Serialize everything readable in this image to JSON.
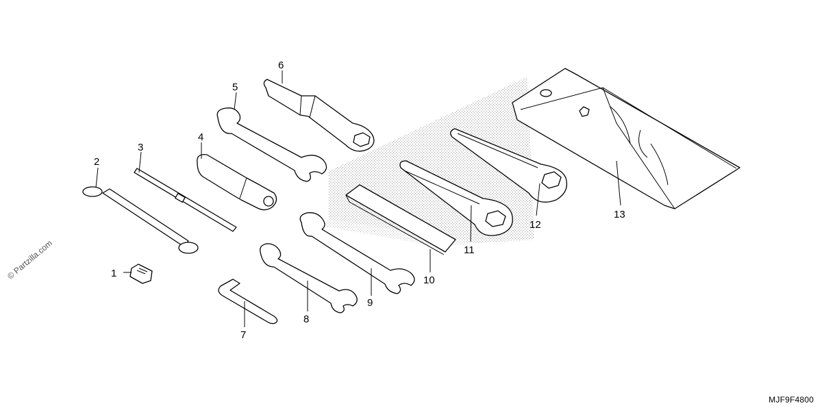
{
  "callouts": [
    {
      "id": "1",
      "label": "1"
    },
    {
      "id": "2",
      "label": "2"
    },
    {
      "id": "3",
      "label": "3"
    },
    {
      "id": "4",
      "label": "4"
    },
    {
      "id": "5",
      "label": "5"
    },
    {
      "id": "6",
      "label": "6"
    },
    {
      "id": "7",
      "label": "7"
    },
    {
      "id": "8",
      "label": "8"
    },
    {
      "id": "9",
      "label": "9"
    },
    {
      "id": "10",
      "label": "10"
    },
    {
      "id": "11",
      "label": "11"
    },
    {
      "id": "12",
      "label": "12"
    },
    {
      "id": "13",
      "label": "13"
    }
  ],
  "diagram_code": "MJF9F4800",
  "watermark": "© Partzilla.com",
  "colors": {
    "line": "#000000",
    "background": "#ffffff",
    "shading": "#9a9a9a"
  }
}
